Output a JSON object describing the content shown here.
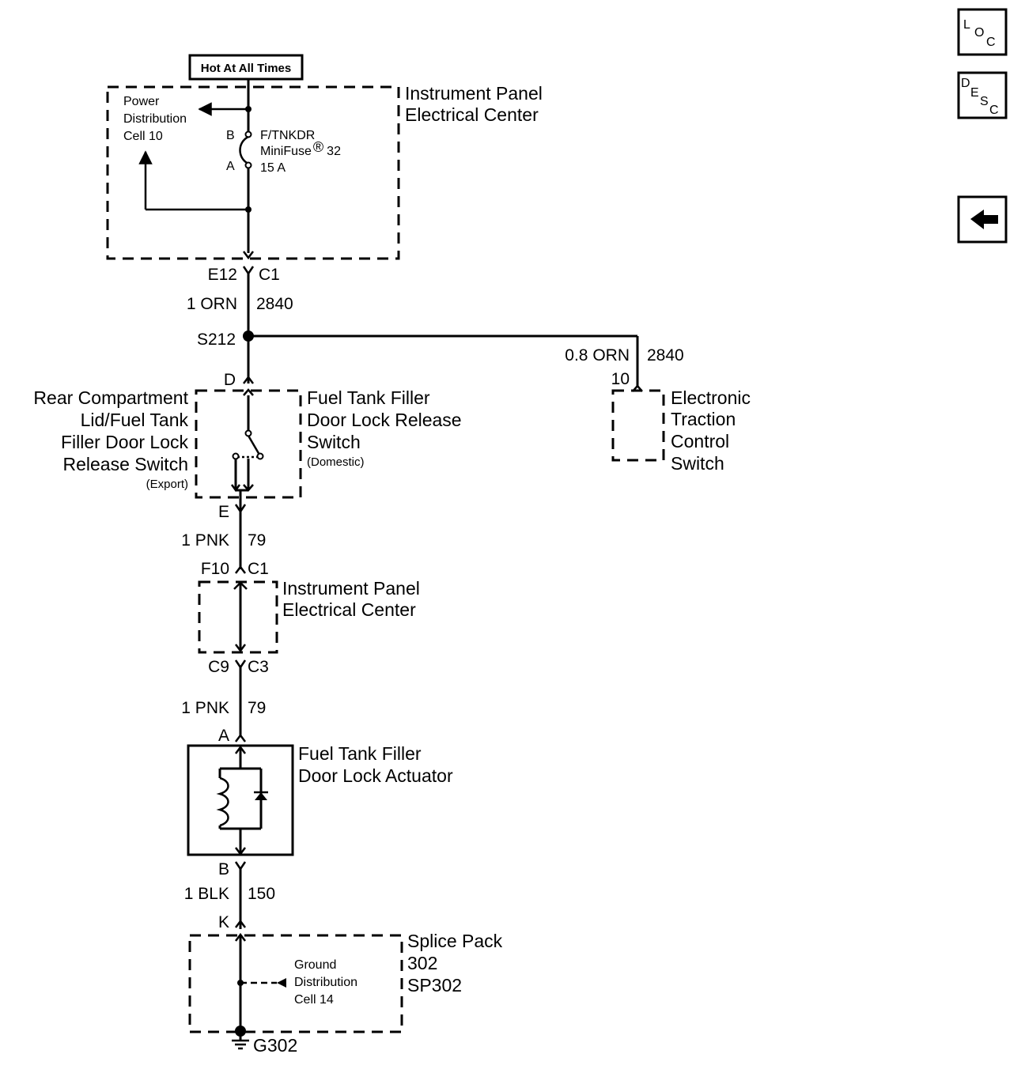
{
  "nav": {
    "loc": {
      "a": "L",
      "b": "O",
      "c": "C"
    },
    "desc": {
      "a": "D",
      "b": "E",
      "c": "S",
      "d": "C"
    },
    "back_icon": "left-arrow-icon"
  },
  "hot_label": "Hot At All Times",
  "ipec_top": {
    "line1": "Instrument Panel",
    "line2": "Electrical Center"
  },
  "power_dist": {
    "line1": "Power",
    "line2": "Distribution",
    "line3": "Cell 10"
  },
  "fuse": {
    "pin_b": "B",
    "pin_a": "A",
    "name": "F/TNKDR",
    "type": "MiniFuse",
    "reg": "®",
    "number": "32",
    "rating": "15 A"
  },
  "conn1": {
    "left": "E12",
    "right": "C1"
  },
  "wire1": {
    "left": "1 ORN",
    "right": "2840"
  },
  "splice": "S212",
  "wire_etc": {
    "left": "0.8 ORN",
    "right": "2840",
    "pin": "10"
  },
  "etc_switch": {
    "line1": "Electronic",
    "line2": "Traction",
    "line3": "Control",
    "line4": "Switch"
  },
  "pin_d": "D",
  "rear_switch": {
    "line1": "Rear Compartment",
    "line2": "Lid/Fuel Tank",
    "line3": "Filler Door Lock",
    "line4": "Release Switch",
    "line5": "(Export)"
  },
  "fuel_switch": {
    "line1": "Fuel Tank Filler",
    "line2": "Door Lock Release",
    "line3": "Switch",
    "line4": "(Domestic)"
  },
  "pin_e": "E",
  "wire2": {
    "left": "1 PNK",
    "right": "79"
  },
  "conn2": {
    "left": "F10",
    "right": "C1"
  },
  "ipec_mid": {
    "line1": "Instrument Panel",
    "line2": "Electrical Center"
  },
  "conn3": {
    "left": "C9",
    "right": "C3"
  },
  "wire3": {
    "left": "1 PNK",
    "right": "79"
  },
  "pin_a": "A",
  "actuator": {
    "line1": "Fuel Tank Filler",
    "line2": "Door Lock Actuator"
  },
  "pin_b": "B",
  "wire4": {
    "left": "1 BLK",
    "right": "150"
  },
  "pin_k": "K",
  "splice_pack": {
    "line1": "Splice Pack",
    "line2": "302",
    "line3": "SP302"
  },
  "ground_dist": {
    "line1": "Ground",
    "line2": "Distribution",
    "line3": "Cell 14"
  },
  "ground": "G302"
}
